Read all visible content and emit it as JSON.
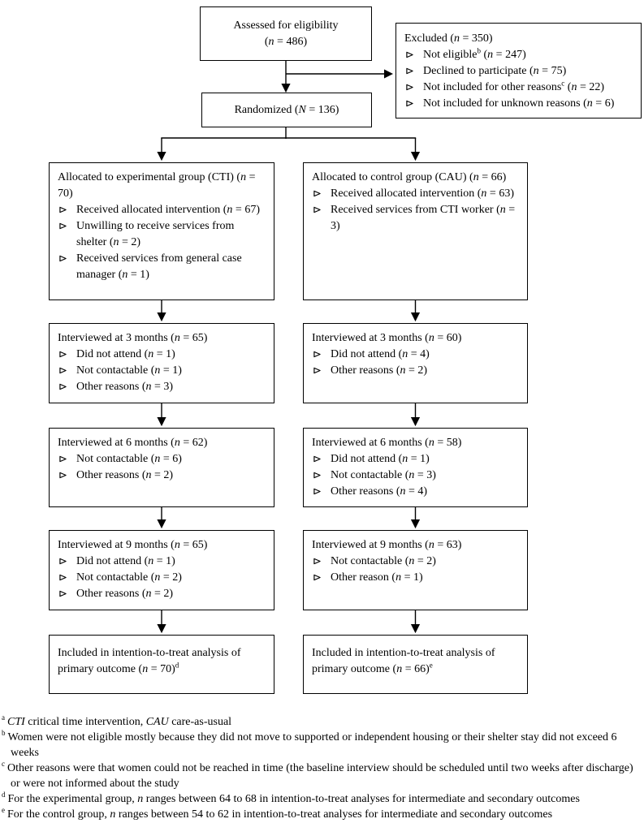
{
  "figure": {
    "assessed": {
      "line1": "Assessed for eligibility",
      "line2": "(n = 486)"
    },
    "excluded": {
      "title": "Excluded (n = 350)",
      "items": [
        "Not eligible^b (n = 247)",
        "Declined to participate (n = 75)",
        "Not included for other reasons^c (n = 22)",
        "Not included for unknown reasons (n = 6)"
      ]
    },
    "randomized": {
      "label": "Randomized (N = 136)"
    },
    "experimental": {
      "allocated": {
        "title": "Allocated to experimental group (CTI) (n = 70)",
        "items": [
          "Received allocated intervention (n = 67)",
          "Unwilling to receive services from shelter (n = 2)",
          "Received services from general case manager (n = 1)"
        ]
      },
      "month3": {
        "title": "Interviewed at 3 months (n = 65)",
        "items": [
          "Did not attend (n = 1)",
          "Not contactable (n = 1)",
          "Other reasons (n = 3)"
        ]
      },
      "month6": {
        "title": "Interviewed at 6 months (n = 62)",
        "items": [
          "Not contactable (n = 6)",
          "Other reasons (n = 2)"
        ]
      },
      "month9": {
        "title": "Interviewed at 9 months (n = 65)",
        "items": [
          "Did not attend (n = 1)",
          "Not contactable (n = 2)",
          "Other reasons (n = 2)"
        ]
      },
      "itt": {
        "text": "Included in intention-to-treat analysis of primary outcome (n = 70)^d"
      }
    },
    "control": {
      "allocated": {
        "title": "Allocated to control group (CAU) (n = 66)",
        "items": [
          "Received allocated intervention (n = 63)",
          "Received services from CTI worker (n = 3)"
        ]
      },
      "month3": {
        "title": "Interviewed at 3 months (n = 60)",
        "items": [
          "Did not attend (n = 4)",
          "Other reasons (n = 2)"
        ]
      },
      "month6": {
        "title": "Interviewed at 6 months (n = 58)",
        "items": [
          "Did not attend (n = 1)",
          "Not contactable (n = 3)",
          "Other reasons (n = 4)"
        ]
      },
      "month9": {
        "title": "Interviewed at 9 months (n = 63)",
        "items": [
          "Not contactable (n = 2)",
          "Other reason (n = 1)"
        ]
      },
      "itt": {
        "text": "Included in intention-to-treat analysis of primary outcome (n = 66)^e"
      }
    }
  },
  "footnotes": {
    "a": {
      "marker": "a",
      "term1": "CTI",
      "def1": " critical time intervention, ",
      "term2": "CAU",
      "def2": " care-as-usual"
    },
    "b": {
      "marker": "b",
      "text": "Women were not eligible mostly because they did not move to supported or independent housing or their shelter stay did not exceed 6 weeks"
    },
    "c": {
      "marker": "c",
      "text": "Other reasons were that women could not be reached in time (the baseline interview should be scheduled until two weeks after discharge) or were not informed about the study"
    },
    "d": {
      "marker": "d",
      "text": "For the experimental group, n ranges between 64 to 68 in intention-to-treat analyses for intermediate and secondary outcomes"
    },
    "e": {
      "marker": "e",
      "text": "For the control group, n ranges between 54 to 62 in intention-to-treat analyses for intermediate and secondary outcomes"
    }
  },
  "icons": {
    "list_bullet": "open-right-arrowhead"
  },
  "colors": {
    "background": "#ffffff",
    "box_border": "#000000",
    "text": "#000000",
    "arrow": "#000000"
  }
}
